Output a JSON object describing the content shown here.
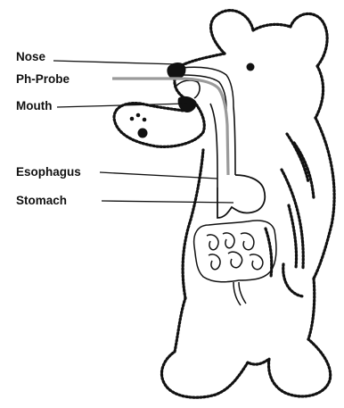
{
  "labels": {
    "nose": "Nose",
    "ph_probe": "Ph-Probe",
    "mouth": "Mouth",
    "esophagus": "Esophagus",
    "stomach": "Stomach"
  },
  "colors": {
    "outline": "#111111",
    "probe": "#9a9a9a",
    "background": "#ffffff"
  }
}
